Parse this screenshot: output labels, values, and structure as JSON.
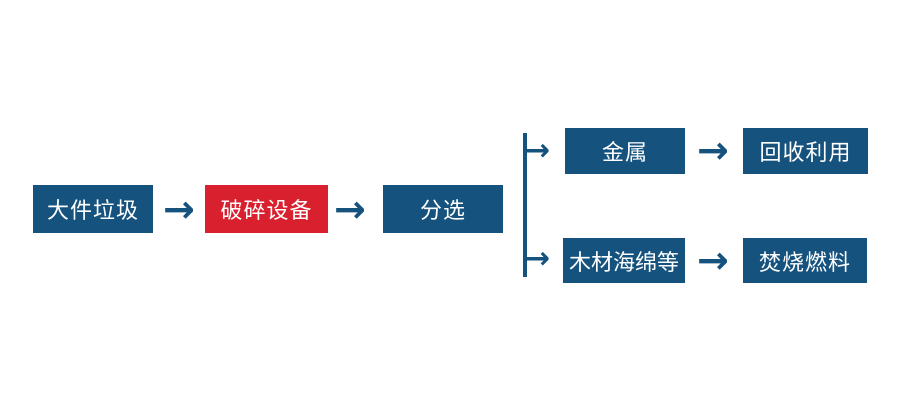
{
  "page": {
    "background_color": "#FFFFFF"
  },
  "flowchart": {
    "type": "process-flow",
    "arrow_glyph": "→",
    "colors": {
      "node_blue": "#15527D",
      "node_red": "#D9202F",
      "arrow_blue": "#15527D",
      "node_text": "#FFFFFF"
    },
    "nodes": [
      {
        "id": "bulky-waste",
        "label": "大件垃圾",
        "color": "blue"
      },
      {
        "id": "crushing-equipment",
        "label": "破碎设备",
        "color": "red"
      },
      {
        "id": "sorting",
        "label": "分选",
        "color": "blue"
      },
      {
        "id": "metal",
        "label": "金属",
        "color": "blue"
      },
      {
        "id": "recycling",
        "label": "回收利用",
        "color": "blue"
      },
      {
        "id": "wood-sponge-etc",
        "label": "木材海绵等",
        "color": "blue"
      },
      {
        "id": "incineration-fuel",
        "label": "焚烧燃料",
        "color": "blue"
      }
    ],
    "connections": [
      {
        "from": "bulky-waste",
        "to": "crushing-equipment"
      },
      {
        "from": "crushing-equipment",
        "to": "sorting"
      },
      {
        "from": "sorting",
        "to": "metal"
      },
      {
        "from": "sorting",
        "to": "wood-sponge-etc"
      },
      {
        "from": "metal",
        "to": "recycling"
      },
      {
        "from": "wood-sponge-etc",
        "to": "incineration-fuel"
      }
    ]
  }
}
